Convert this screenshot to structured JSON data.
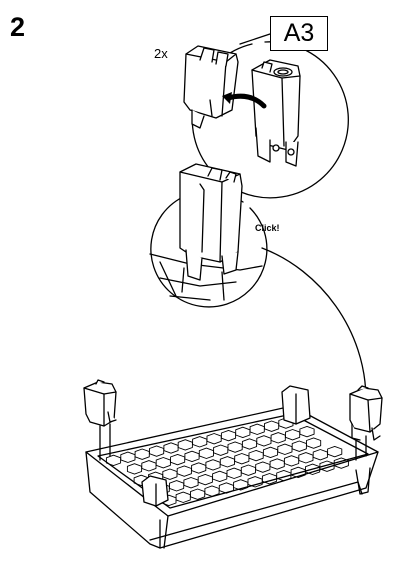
{
  "step": {
    "number": "2"
  },
  "detail_top": {
    "quantity": "2x",
    "part_code": "A3"
  },
  "detail_middle": {
    "action_label": "Click!"
  }
}
